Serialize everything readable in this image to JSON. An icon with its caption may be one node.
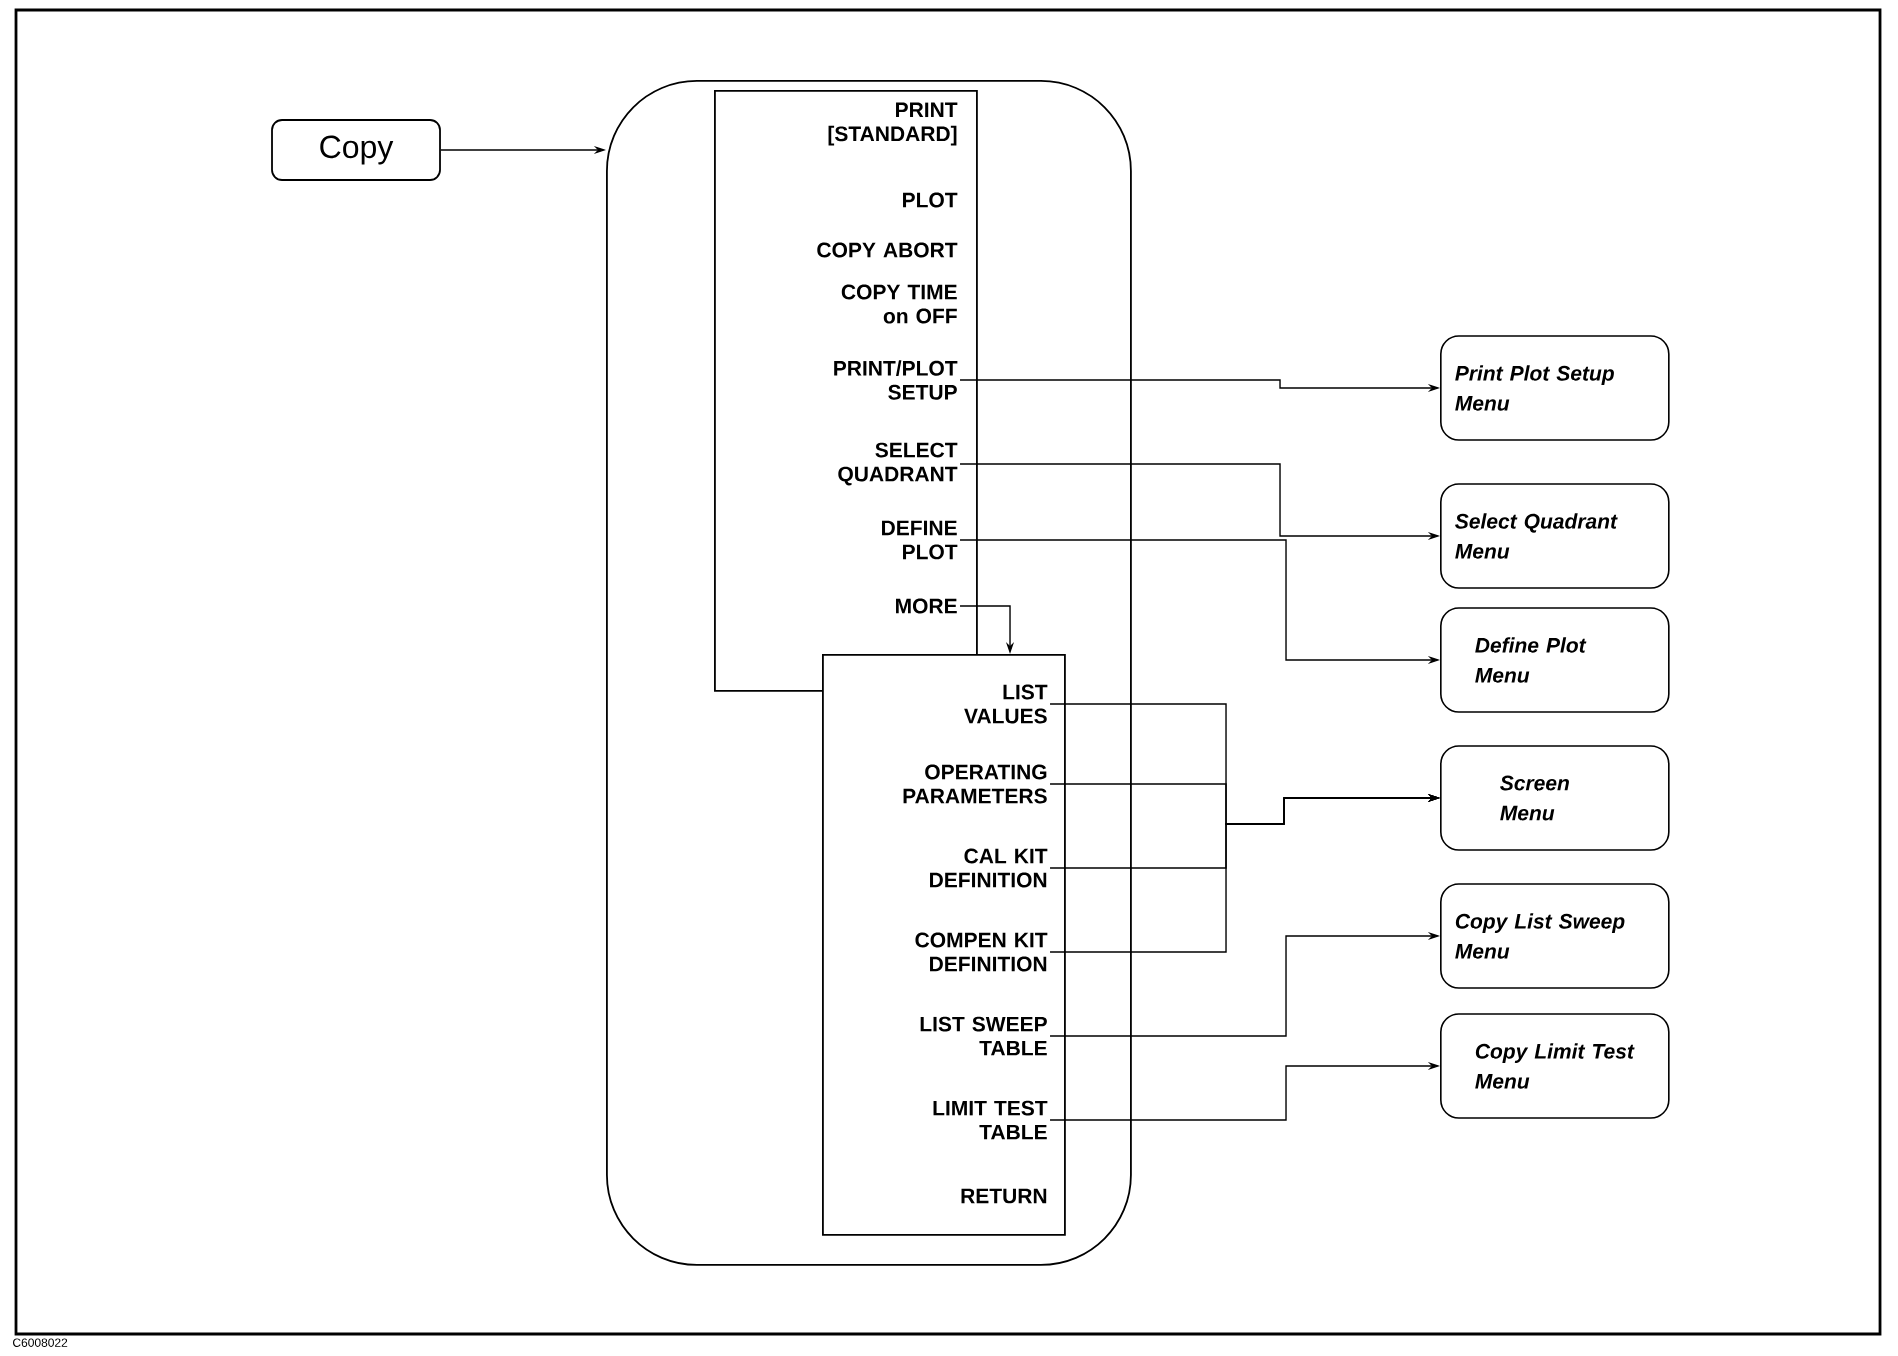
{
  "diagram": {
    "nodes": [
      {
        "text": [
          "Copy"
        ]
      },
      {
        "text": [],
        "shape": "box"
      },
      {
        "text": [],
        "shape": "box",
        "in": 1
      },
      {
        "text": [
          "PRINT [STANDARD]"
        ],
        "in": 2
      },
      {
        "text": [
          "PLOT"
        ],
        "in": 2
      },
      {
        "text": [
          "COPY ABORT"
        ],
        "in": 2
      },
      {
        "text": [
          "COPY TIME on OFF"
        ],
        "in": 2
      },
      {
        "text": [
          "PRINT/PLOT SETUP"
        ],
        "in": 2
      },
      {
        "text": [
          "SELECT QUADRANT"
        ],
        "in": 2
      },
      {
        "text": [
          "DEFINE PLOT"
        ],
        "in": 2
      },
      {
        "text": [
          "MORE"
        ],
        "in": 2
      },
      {
        "text": [],
        "shape": "box",
        "in": 1
      },
      {
        "text": [
          "LIST VALUES"
        ],
        "in": 11
      },
      {
        "text": [
          "OPERATING PARAMETERS"
        ],
        "in": 11
      },
      {
        "text": [
          "CAL KIT DEFINITION"
        ],
        "in": 11
      },
      {
        "text": [
          "COMPEN KIT DEFINITION"
        ],
        "in": 11
      },
      {
        "text": [
          "LIST SWEEP TABLE"
        ],
        "in": 11
      },
      {
        "text": [
          "LIMIT TEST TABLE"
        ],
        "in": 11
      },
      {
        "text": [
          "RETURN"
        ],
        "in": 11
      },
      {
        "text": [
          "Print Plot Setup Menu"
        ]
      },
      {
        "text": [
          "Select Quadrant Menu"
        ]
      },
      {
        "text": [
          "Define Plot Menu"
        ]
      },
      {
        "text": [
          "Screen Menu"
        ]
      },
      {
        "text": [
          "Copy List Sweep Menu"
        ]
      },
      {
        "text": [
          "Copy Limit Test Menu"
        ]
      }
    ],
    "edges": [
      {
        "from": 0,
        "to": 1,
        "arrow": "to"
      },
      {
        "from": 7,
        "to": 19,
        "arrow": "to"
      },
      {
        "from": 8,
        "to": 20,
        "arrow": "to"
      },
      {
        "from": 9,
        "to": 21,
        "arrow": "to"
      },
      {
        "from": 10,
        "to": 11,
        "arrow": "to"
      },
      {
        "from": 12,
        "to": 22,
        "arrow": "to"
      },
      {
        "from": 13,
        "to": 22,
        "arrow": "to"
      },
      {
        "from": 14,
        "to": 22,
        "arrow": "to"
      },
      {
        "from": 15,
        "to": 22,
        "arrow": "to"
      },
      {
        "from": 16,
        "to": 23,
        "arrow": "to"
      },
      {
        "from": 17,
        "to": 24,
        "arrow": "to"
      }
    ],
    "labels": [
      "C6008022"
    ]
  }
}
